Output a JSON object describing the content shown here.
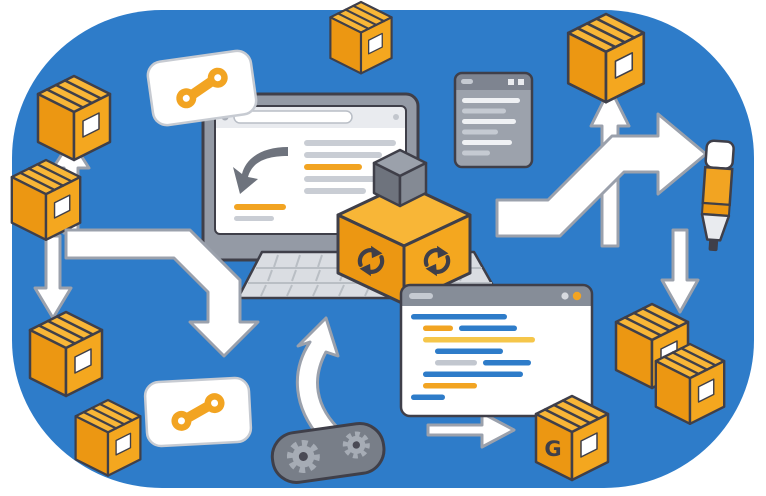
{
  "scene": {
    "alt": "Flat illustration of a developer build and sync workflow on a blue rounded canvas",
    "g_label": "G",
    "background": "#FFFFFF",
    "palette": {
      "canvas_blue": "#2E7CC9",
      "outline_dark": "#3F3F49",
      "arrow_outline": "#9BA1AC",
      "box_orange_top": "#F8B637",
      "box_orange_left": "#EC9712",
      "box_orange_right": "#F4A71F",
      "blue": "#2E7CC9",
      "orange": "#F2A422",
      "yellow": "#F5C64A",
      "codegray": "#C2C7CF",
      "browser_gray": "#C9CDD4",
      "panel_white": "#EFF1F4",
      "panel_light": "#C5CAD2",
      "gray_ui": "#9CA2AC",
      "gray_dark_ui": "#6E737D"
    },
    "icons": [
      "package-box-icon",
      "link-icon",
      "sync-arrows-icon",
      "cube-icon",
      "monitor-icon",
      "keyboard-icon",
      "browser-window-icon",
      "terminal-panel-icon",
      "code-editor-window-icon",
      "pen-icon",
      "gear-icon",
      "flow-arrow-icon"
    ],
    "browser": {
      "lines": [
        {
          "segments": [
            {
              "c": "browser_gray",
              "w": 92
            }
          ]
        },
        {
          "segments": [
            {
              "c": "browser_gray",
              "w": 78
            }
          ]
        },
        {
          "segments": [
            {
              "c": "orange",
              "w": 58
            }
          ]
        },
        {
          "segments": [
            {
              "c": "browser_gray",
              "w": 86
            }
          ]
        },
        {
          "segments": [
            {
              "c": "browser_gray",
              "w": 62
            }
          ]
        }
      ]
    },
    "panel": {
      "lines": [
        {
          "segments": [
            {
              "c": "panel_white",
              "w": 58
            }
          ]
        },
        {
          "segments": [
            {
              "c": "panel_light",
              "w": 44
            }
          ]
        },
        {
          "segments": [
            {
              "c": "panel_white",
              "w": 54
            }
          ]
        },
        {
          "segments": [
            {
              "c": "panel_light",
              "w": 36
            }
          ]
        },
        {
          "segments": [
            {
              "c": "panel_white",
              "w": 50
            }
          ]
        },
        {
          "segments": [
            {
              "c": "panel_light",
              "w": 28
            }
          ]
        }
      ]
    },
    "code_editor": {
      "lines": [
        {
          "indent": 0,
          "segments": [
            {
              "c": "blue",
              "w": 96
            }
          ]
        },
        {
          "indent": 12,
          "segments": [
            {
              "c": "orange",
              "w": 30
            },
            {
              "c": "blue",
              "w": 58
            }
          ]
        },
        {
          "indent": 12,
          "segments": [
            {
              "c": "yellow",
              "w": 112
            }
          ]
        },
        {
          "indent": 24,
          "segments": [
            {
              "c": "blue",
              "w": 68
            }
          ]
        },
        {
          "indent": 24,
          "segments": [
            {
              "c": "codegray",
              "w": 42
            },
            {
              "c": "blue",
              "w": 48
            }
          ]
        },
        {
          "indent": 12,
          "segments": [
            {
              "c": "blue",
              "w": 100
            }
          ]
        },
        {
          "indent": 12,
          "segments": [
            {
              "c": "orange",
              "w": 54
            }
          ]
        },
        {
          "indent": 0,
          "segments": [
            {
              "c": "blue",
              "w": 34
            }
          ]
        }
      ]
    }
  }
}
